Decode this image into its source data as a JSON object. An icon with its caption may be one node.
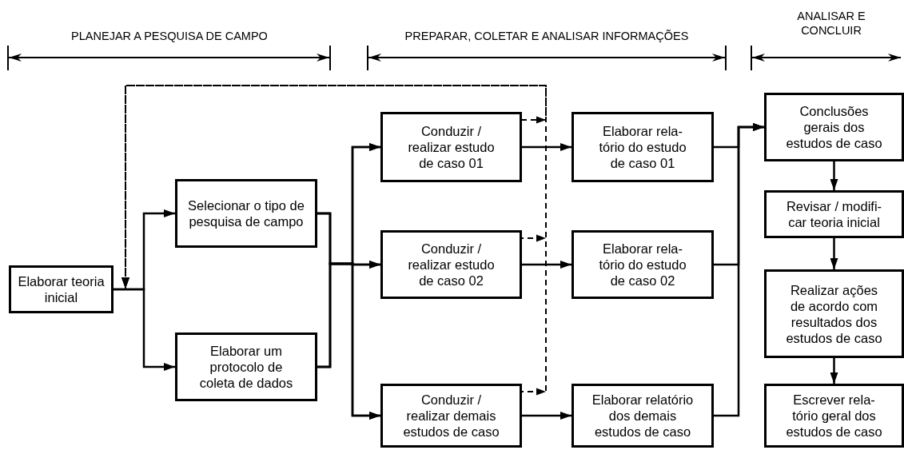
{
  "diagram": {
    "nodes": [
      {
        "text": [
          "Elaborar teoria inicial"
        ]
      },
      {
        "text": [
          "Selecionar o tipo de pesquisa de campo"
        ]
      },
      {
        "text": [
          "Elaborar um protocolo de coleta de dados"
        ]
      },
      {
        "text": [
          "Conduzir / realizar estudo de caso 01"
        ]
      },
      {
        "text": [
          "Conduzir / realizar estudo de caso 02"
        ]
      },
      {
        "text": [
          "Conduzir / realizar demais estudos de caso"
        ]
      },
      {
        "text": [
          "Elaborar rela- tório do estudo de caso 01"
        ]
      },
      {
        "text": [
          "Elaborar rela- tório do estudo de caso 02"
        ]
      },
      {
        "text": [
          "Elaborar relatório dos demais estudos de caso"
        ]
      },
      {
        "text": [
          "Conclusões gerais dos estudos de caso"
        ]
      },
      {
        "text": [
          "Revisar / modifi- car teoria inicial"
        ]
      },
      {
        "text": [
          "Realizar ações de acordo com resultados dos estudos de caso"
        ]
      },
      {
        "text": [
          "Escrever rela- tório geral dos estudos de caso"
        ]
      }
    ],
    "edges": [
      {
        "from": 0,
        "to": 1,
        "arrow": "to"
      },
      {
        "from": 0,
        "to": 2,
        "arrow": "to"
      },
      {
        "from": 1,
        "to": 3,
        "arrow": "to"
      },
      {
        "from": 1,
        "to": 4,
        "arrow": "to"
      },
      {
        "from": 1,
        "to": 5,
        "arrow": "to"
      },
      {
        "from": 2,
        "to": 3,
        "arrow": "to"
      },
      {
        "from": 2,
        "to": 4,
        "arrow": "to"
      },
      {
        "from": 2,
        "to": 5,
        "arrow": "to"
      },
      {
        "from": 3,
        "to": 6,
        "arrow": "to"
      },
      {
        "from": 4,
        "to": 7,
        "arrow": "to"
      },
      {
        "from": 5,
        "to": 8,
        "arrow": "to"
      },
      {
        "from": 6,
        "to": 9,
        "arrow": "to"
      },
      {
        "from": 7,
        "to": 9,
        "arrow": "to"
      },
      {
        "from": 8,
        "to": 9,
        "arrow": "to"
      },
      {
        "from": 9,
        "to": 10,
        "arrow": "to"
      },
      {
        "from": 10,
        "to": 11,
        "arrow": "to"
      },
      {
        "from": 11,
        "to": 12,
        "arrow": "to"
      },
      {
        "from": 3,
        "to": 0,
        "arrow": "to",
        "style": "dashed"
      },
      {
        "from": 4,
        "to": 0,
        "arrow": "to",
        "style": "dashed"
      },
      {
        "from": 5,
        "to": 0,
        "arrow": "to",
        "style": "dashed"
      }
    ],
    "labels": [
      "ANALISAR E CONCLUIR",
      "PLANEJAR A PESQUISA DE CAMPO",
      "PREPARAR, COLETAR E ANALISAR INFORMAÇÕES"
    ]
  }
}
